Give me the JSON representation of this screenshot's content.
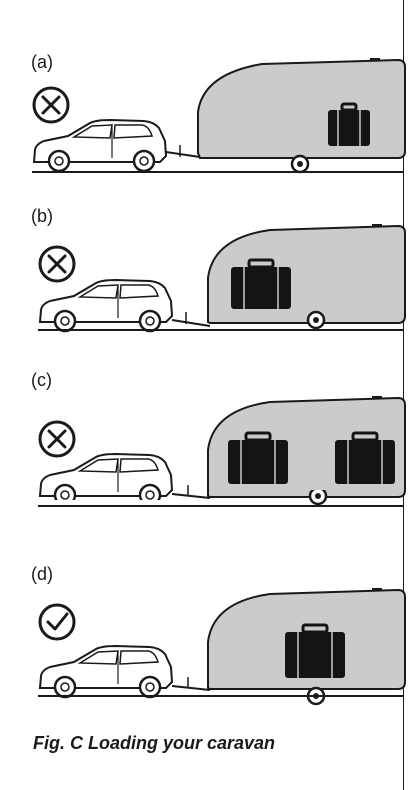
{
  "panels": [
    {
      "label": "(a)",
      "status": "incorrect",
      "icon": "cross-circle-icon",
      "load": "rear"
    },
    {
      "label": "(b)",
      "status": "incorrect",
      "icon": "cross-circle-icon",
      "load": "front"
    },
    {
      "label": "(c)",
      "status": "incorrect",
      "icon": "cross-circle-icon",
      "load": "front-and-rear"
    },
    {
      "label": "(d)",
      "status": "correct",
      "icon": "check-circle-icon",
      "load": "over-axle"
    }
  ],
  "caption": "Fig. C Loading your caravan",
  "colors": {
    "caravan": "#cbcbcb",
    "outline": "#1a1a1a",
    "luggage": "#141414"
  }
}
